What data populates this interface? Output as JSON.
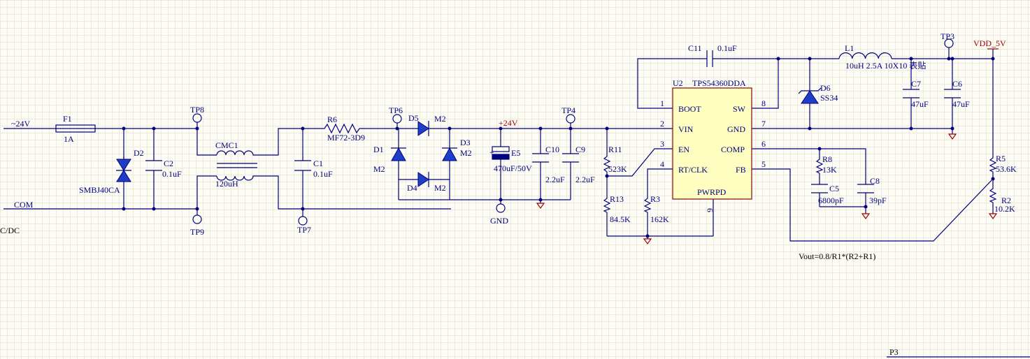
{
  "labels": {
    "in24": "~24V",
    "com": "COM",
    "acdc": "C/DC",
    "f1": "F1",
    "f1_val": "1A",
    "d2": "D2",
    "d2_val": "SMBJ40CA",
    "c2": "C2",
    "c2_val": "0.1uF",
    "tp8": "TP8",
    "tp9": "TP9",
    "cmc1": "CMC1",
    "cmc1_val": "120uH",
    "c1": "C1",
    "c1_val": "0.1uF",
    "tp7": "TP7",
    "r6": "R6",
    "r6_val": "MF72-3D9",
    "tp6": "TP6",
    "d5": "D5",
    "d5_val": "M2",
    "d1": "D1",
    "d1_val": "M2",
    "d3": "D3",
    "d3_val": "M2",
    "d4": "D4",
    "d4_val": "M2",
    "net24": "+24V",
    "e5": "E5",
    "e5_val": "470uF/50V",
    "c10": "C10",
    "c10_val": "2.2uF",
    "c9": "C9",
    "c9_val": "2.2uF",
    "tp4": "TP4",
    "gnd": "GND",
    "r11": "R11",
    "r11_val": "523K",
    "r13": "R13",
    "r13_val": "84.5K",
    "r3": "R3",
    "r3_val": "162K",
    "c11": "C11",
    "c11_val": "0.1uF",
    "u2": "U2",
    "u2_val": "TPS54360DDA",
    "pin_boot": "BOOT",
    "pin_vin": "VIN",
    "pin_en": "EN",
    "pin_rtclk": "RT/CLK",
    "pin_sw": "SW",
    "pin_gnd": "GND",
    "pin_comp": "COMP",
    "pin_fb": "FB",
    "pin_pwrpd": "PWRPD",
    "pn1": "1",
    "pn2": "2",
    "pn3": "3",
    "pn4": "4",
    "pn5": "5",
    "pn6": "6",
    "pn7": "7",
    "pn8": "8",
    "pn9": "9",
    "d6": "D6",
    "d6_val": "SS34",
    "l1": "L1",
    "l1_val": "10uH 2.5A 10X10 表贴",
    "c7": "C7",
    "c7_val": "47uF",
    "c6": "C6",
    "c6_val": "47uF",
    "tp3": "TP3",
    "vdd": "VDD_5V",
    "r8": "R8",
    "r8_val": "13K",
    "c5": "C5",
    "c5_val": "6800pF",
    "c8": "C8",
    "c8_val": "39pF",
    "r5": "R5",
    "r5_val": "53.6K",
    "r2": "R2",
    "r2_val": "10.2K",
    "formula": "Vout=0.8/R1*(R2+R1)",
    "p3": "P3"
  },
  "colors": {
    "wire": "#000080",
    "diode": "#1f3ec8",
    "power_port": "#a00000",
    "background": "#fdfdf6"
  }
}
